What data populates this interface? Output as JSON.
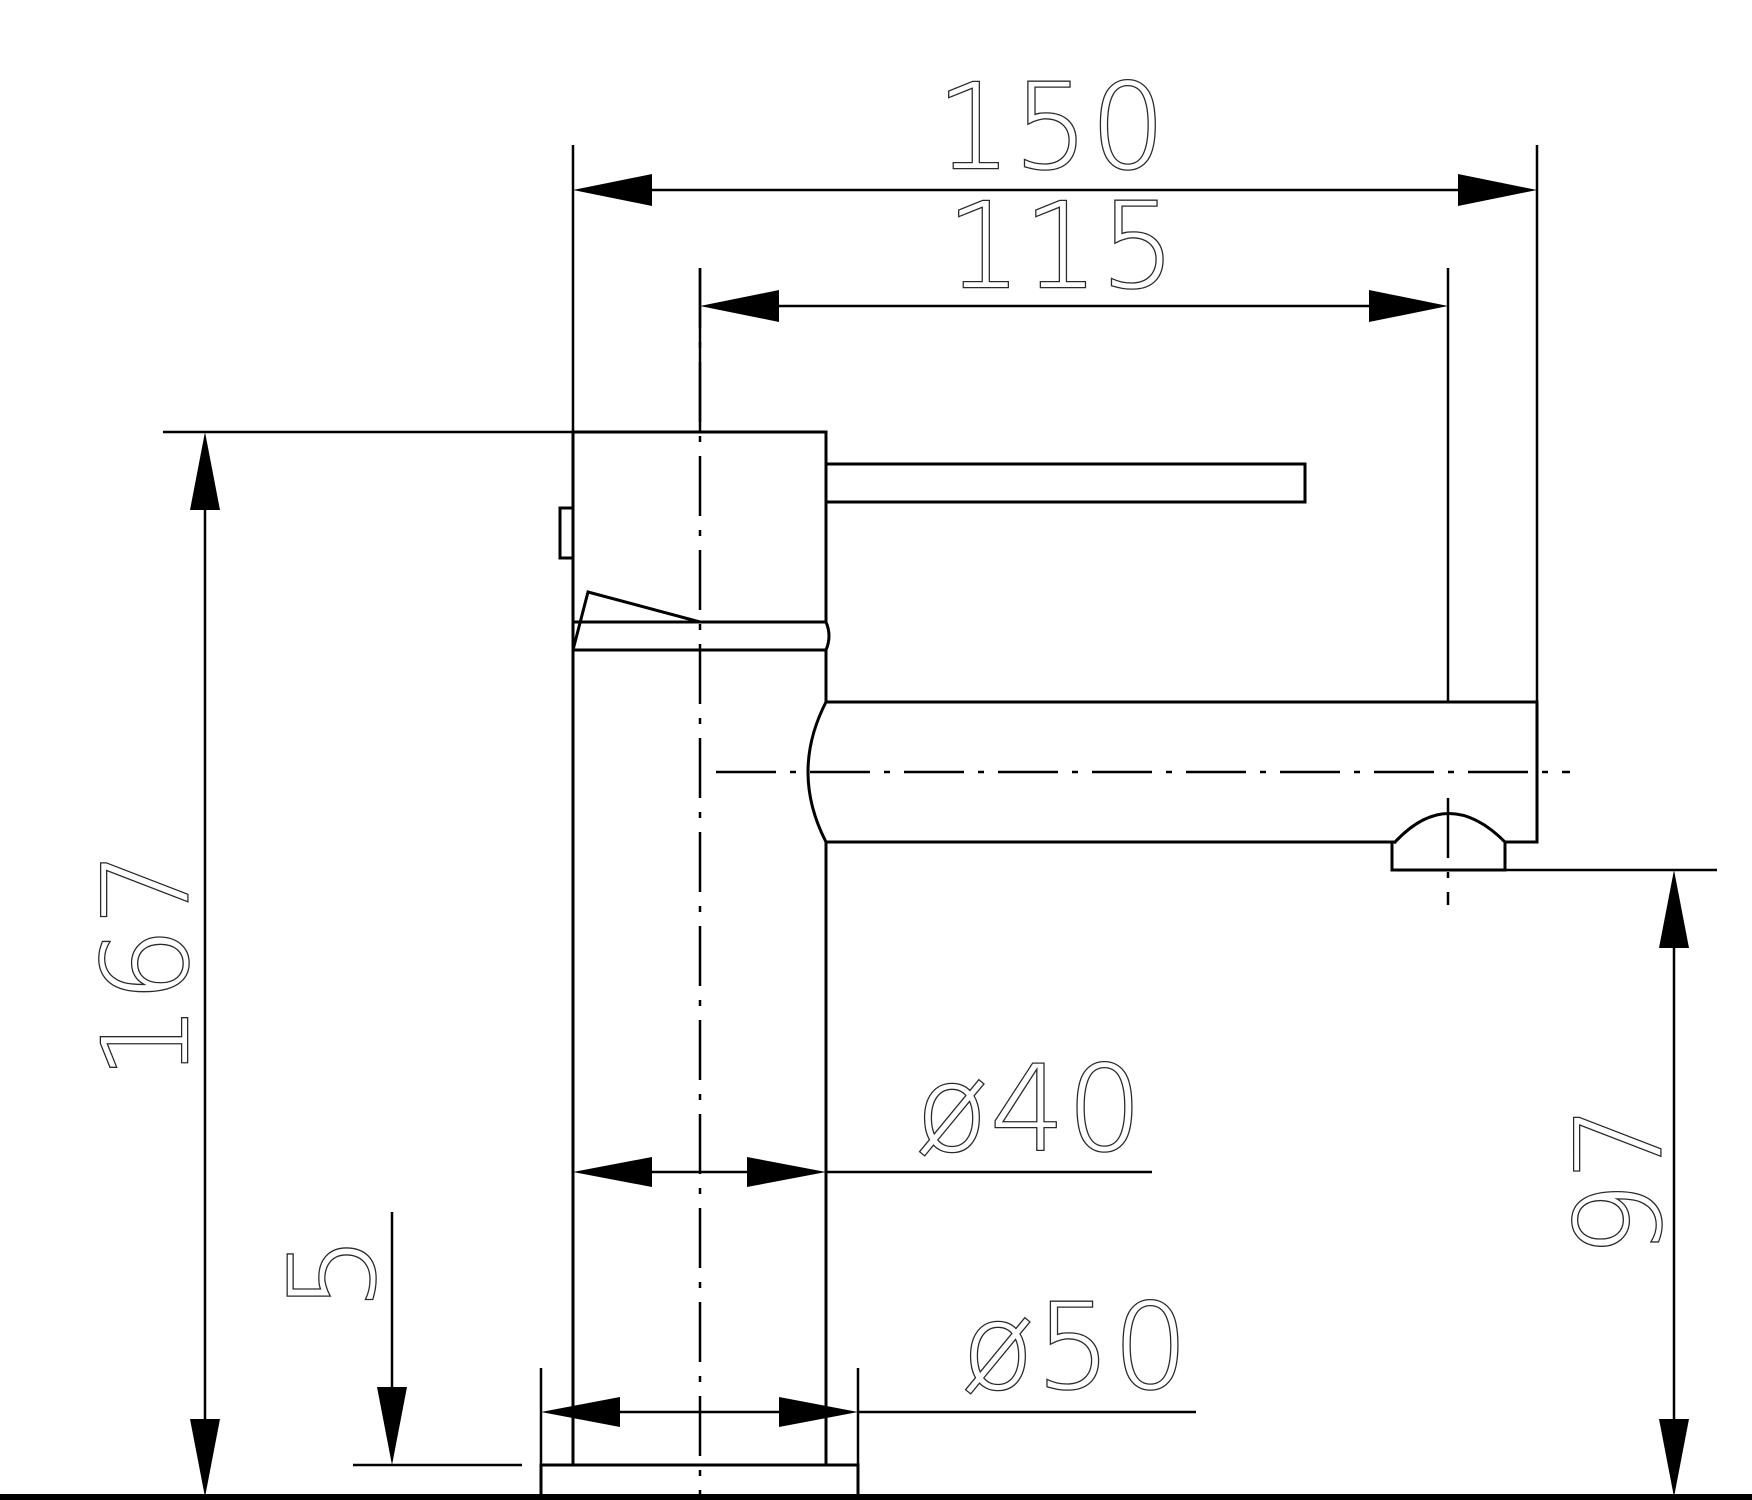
{
  "drawing": {
    "dimensions": {
      "overall_width": "150",
      "spout_reach": "115",
      "overall_height": "167",
      "spout_height": "97",
      "body_diameter": "ø40",
      "base_diameter": "ø50",
      "base_thickness": "5"
    },
    "colors": {
      "line": "#000000",
      "background": "#ffffff"
    }
  }
}
